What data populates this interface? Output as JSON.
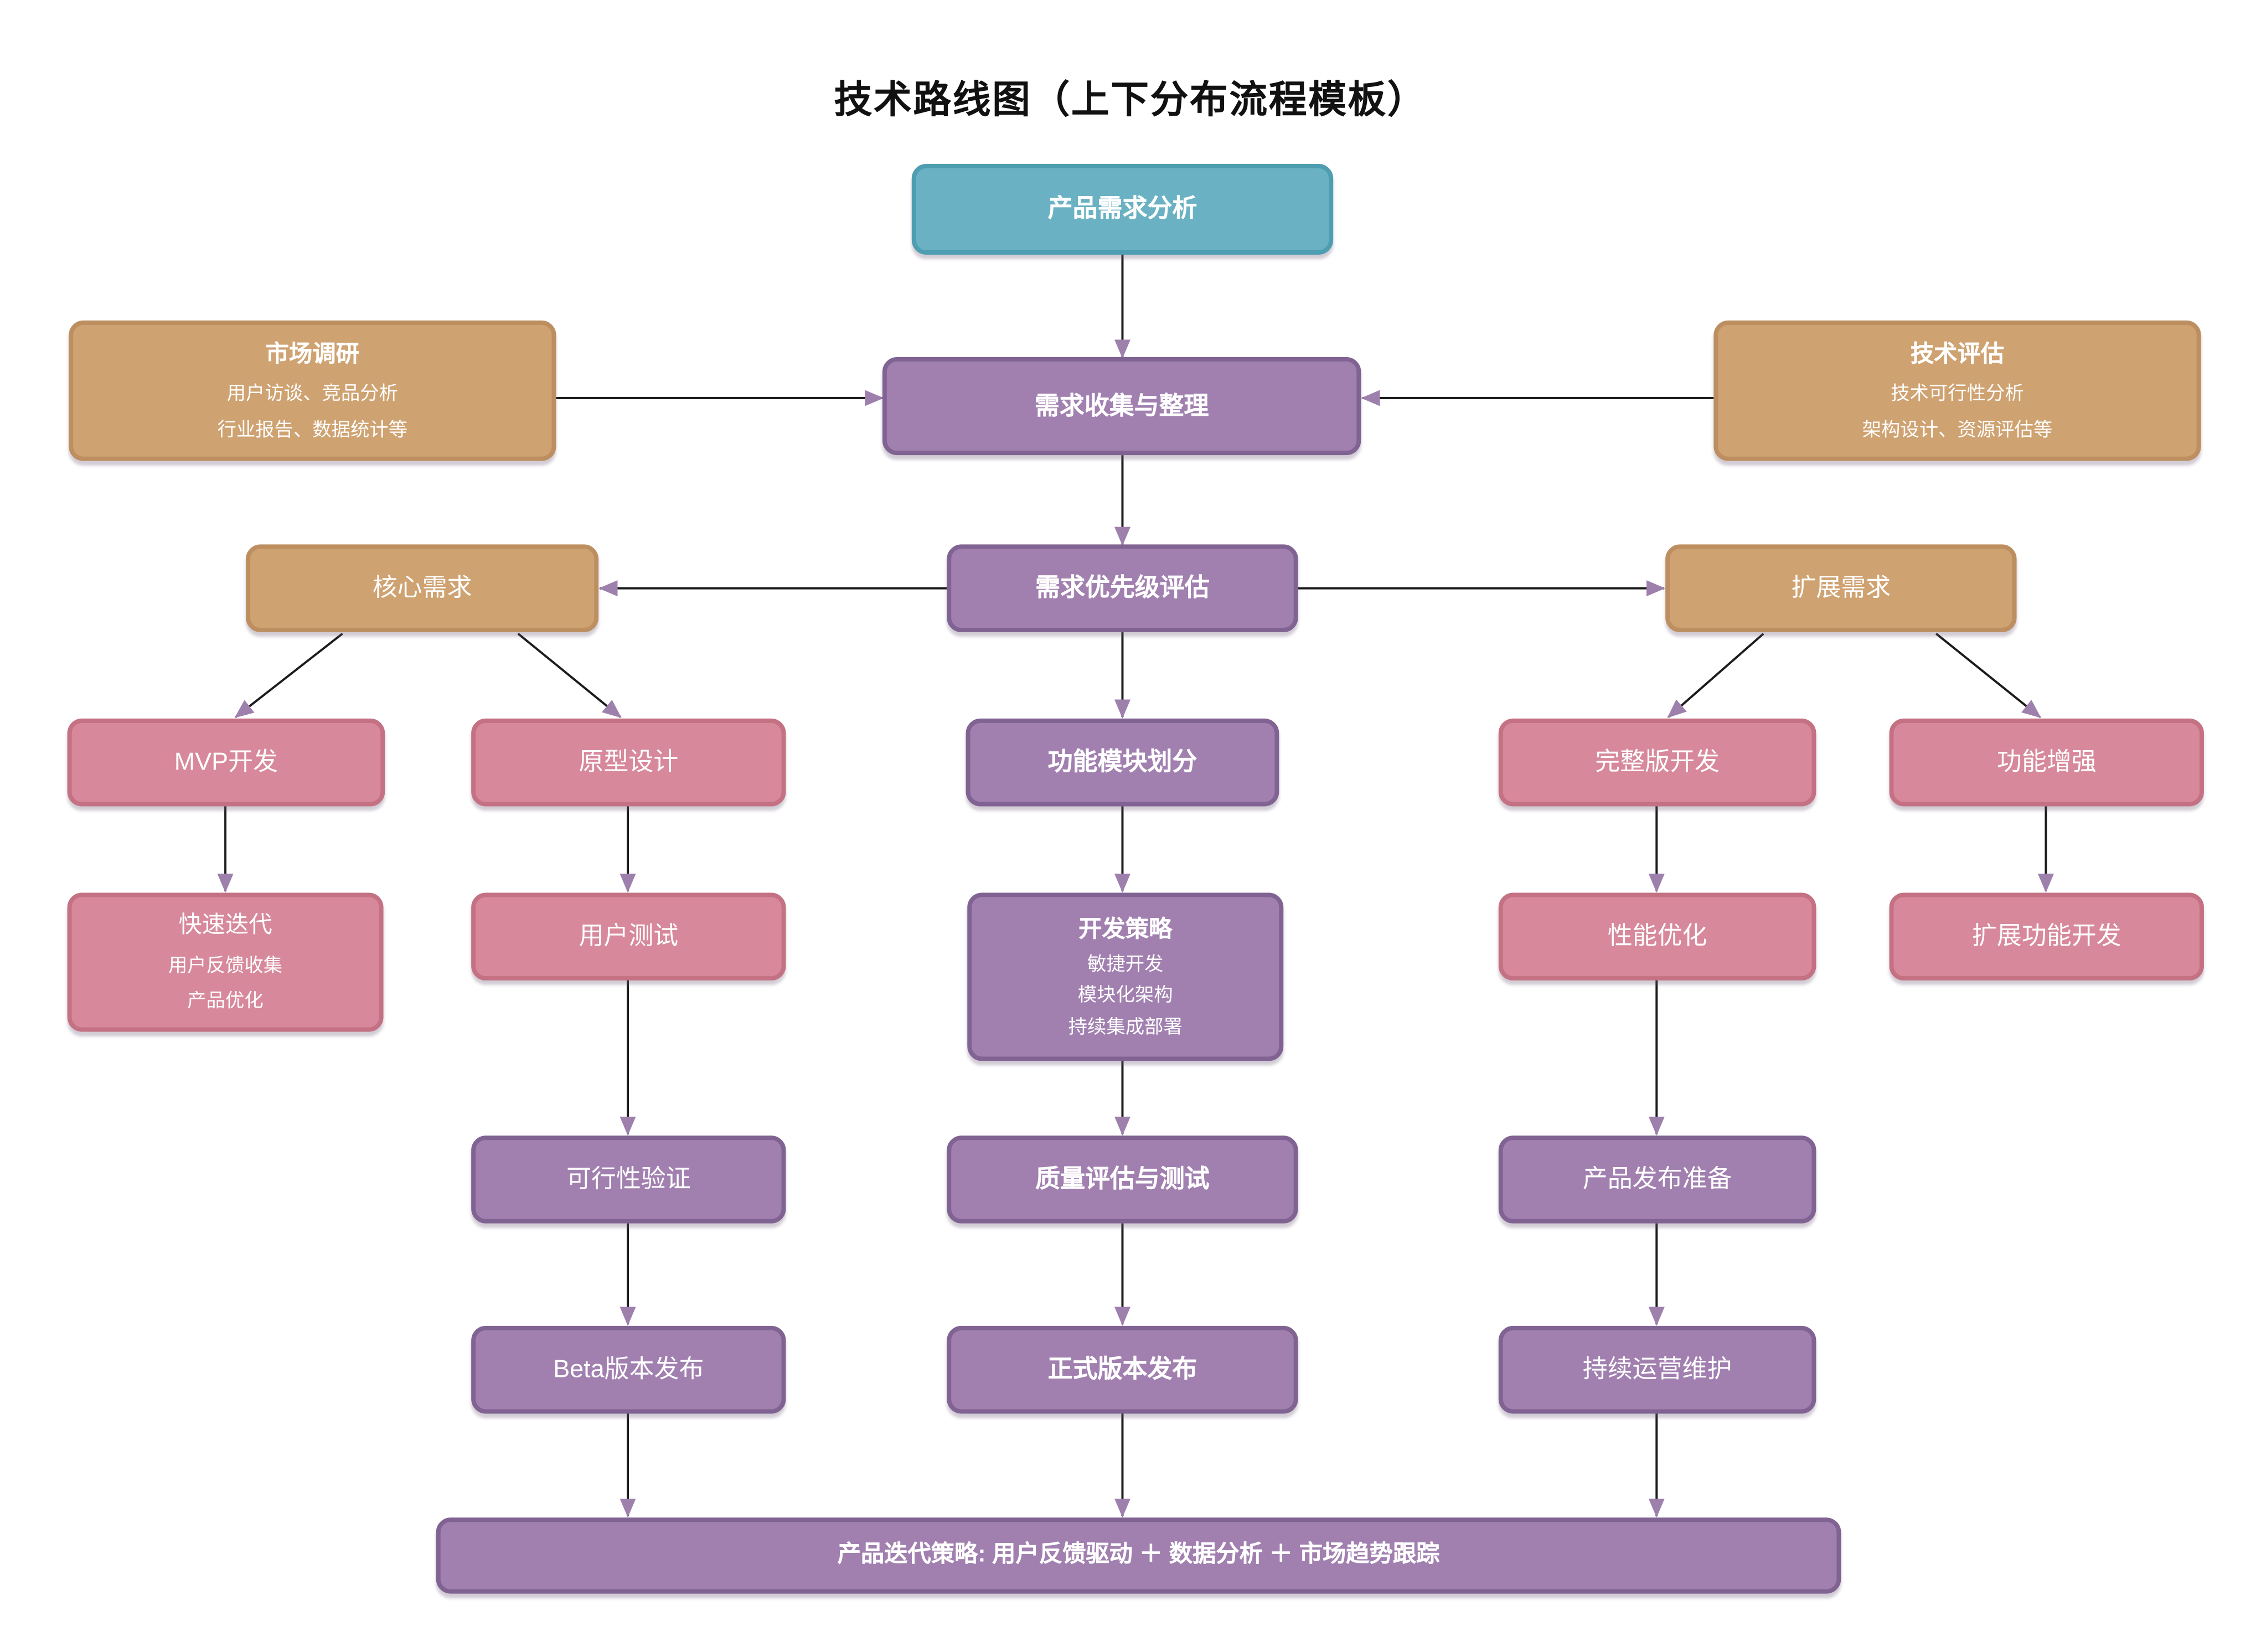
{
  "title": "技术路线图（上下分布流程模板）",
  "colors": {
    "teal": "#6AB2C3",
    "orange": "#CFA271",
    "purple": "#A180B0",
    "pink": "#D7899B",
    "connector_line": "#1c1c1c",
    "arrowhead": "#9E80AD",
    "text": "#ffffff",
    "title_text": "#111111"
  },
  "nodes": {
    "product_analysis": {
      "label": "产品需求分析"
    },
    "market_research": {
      "label": "市场调研",
      "lines": [
        "用户访谈、竞品分析",
        "行业报告、数据统计等"
      ]
    },
    "requirement_collection": {
      "label": "需求收集与整理"
    },
    "tech_evaluation": {
      "label": "技术评估",
      "lines": [
        "技术可行性分析",
        "架构设计、资源评估等"
      ]
    },
    "core_requirement": {
      "label": "核心需求"
    },
    "priority_evaluation": {
      "label": "需求优先级评估"
    },
    "extended_requirement": {
      "label": "扩展需求"
    },
    "mvp_dev": {
      "label": "MVP开发"
    },
    "prototype_design": {
      "label": "原型设计"
    },
    "module_division": {
      "label": "功能模块划分"
    },
    "full_version_dev": {
      "label": "完整版开发"
    },
    "feature_enhancement": {
      "label": "功能增强"
    },
    "rapid_iteration": {
      "label": "快速迭代",
      "lines": [
        "用户反馈收集",
        "产品优化"
      ]
    },
    "user_testing": {
      "label": "用户测试"
    },
    "dev_strategy": {
      "label": "开发策略",
      "lines": [
        "敏捷开发",
        "模块化架构",
        "持续集成部署"
      ]
    },
    "performance_opt": {
      "label": "性能优化"
    },
    "extended_feature_dev": {
      "label": "扩展功能开发"
    },
    "feasibility_validation": {
      "label": "可行性验证"
    },
    "quality_testing": {
      "label": "质量评估与测试"
    },
    "release_preparation": {
      "label": "产品发布准备"
    },
    "beta_release": {
      "label": "Beta版本发布"
    },
    "official_release": {
      "label": "正式版本发布"
    },
    "ongoing_maintenance": {
      "label": "持续运营维护"
    },
    "iteration_strategy": {
      "label": "产品迭代策略: 用户反馈驱动 ＋ 数据分析 ＋ 市场趋势跟踪"
    }
  }
}
